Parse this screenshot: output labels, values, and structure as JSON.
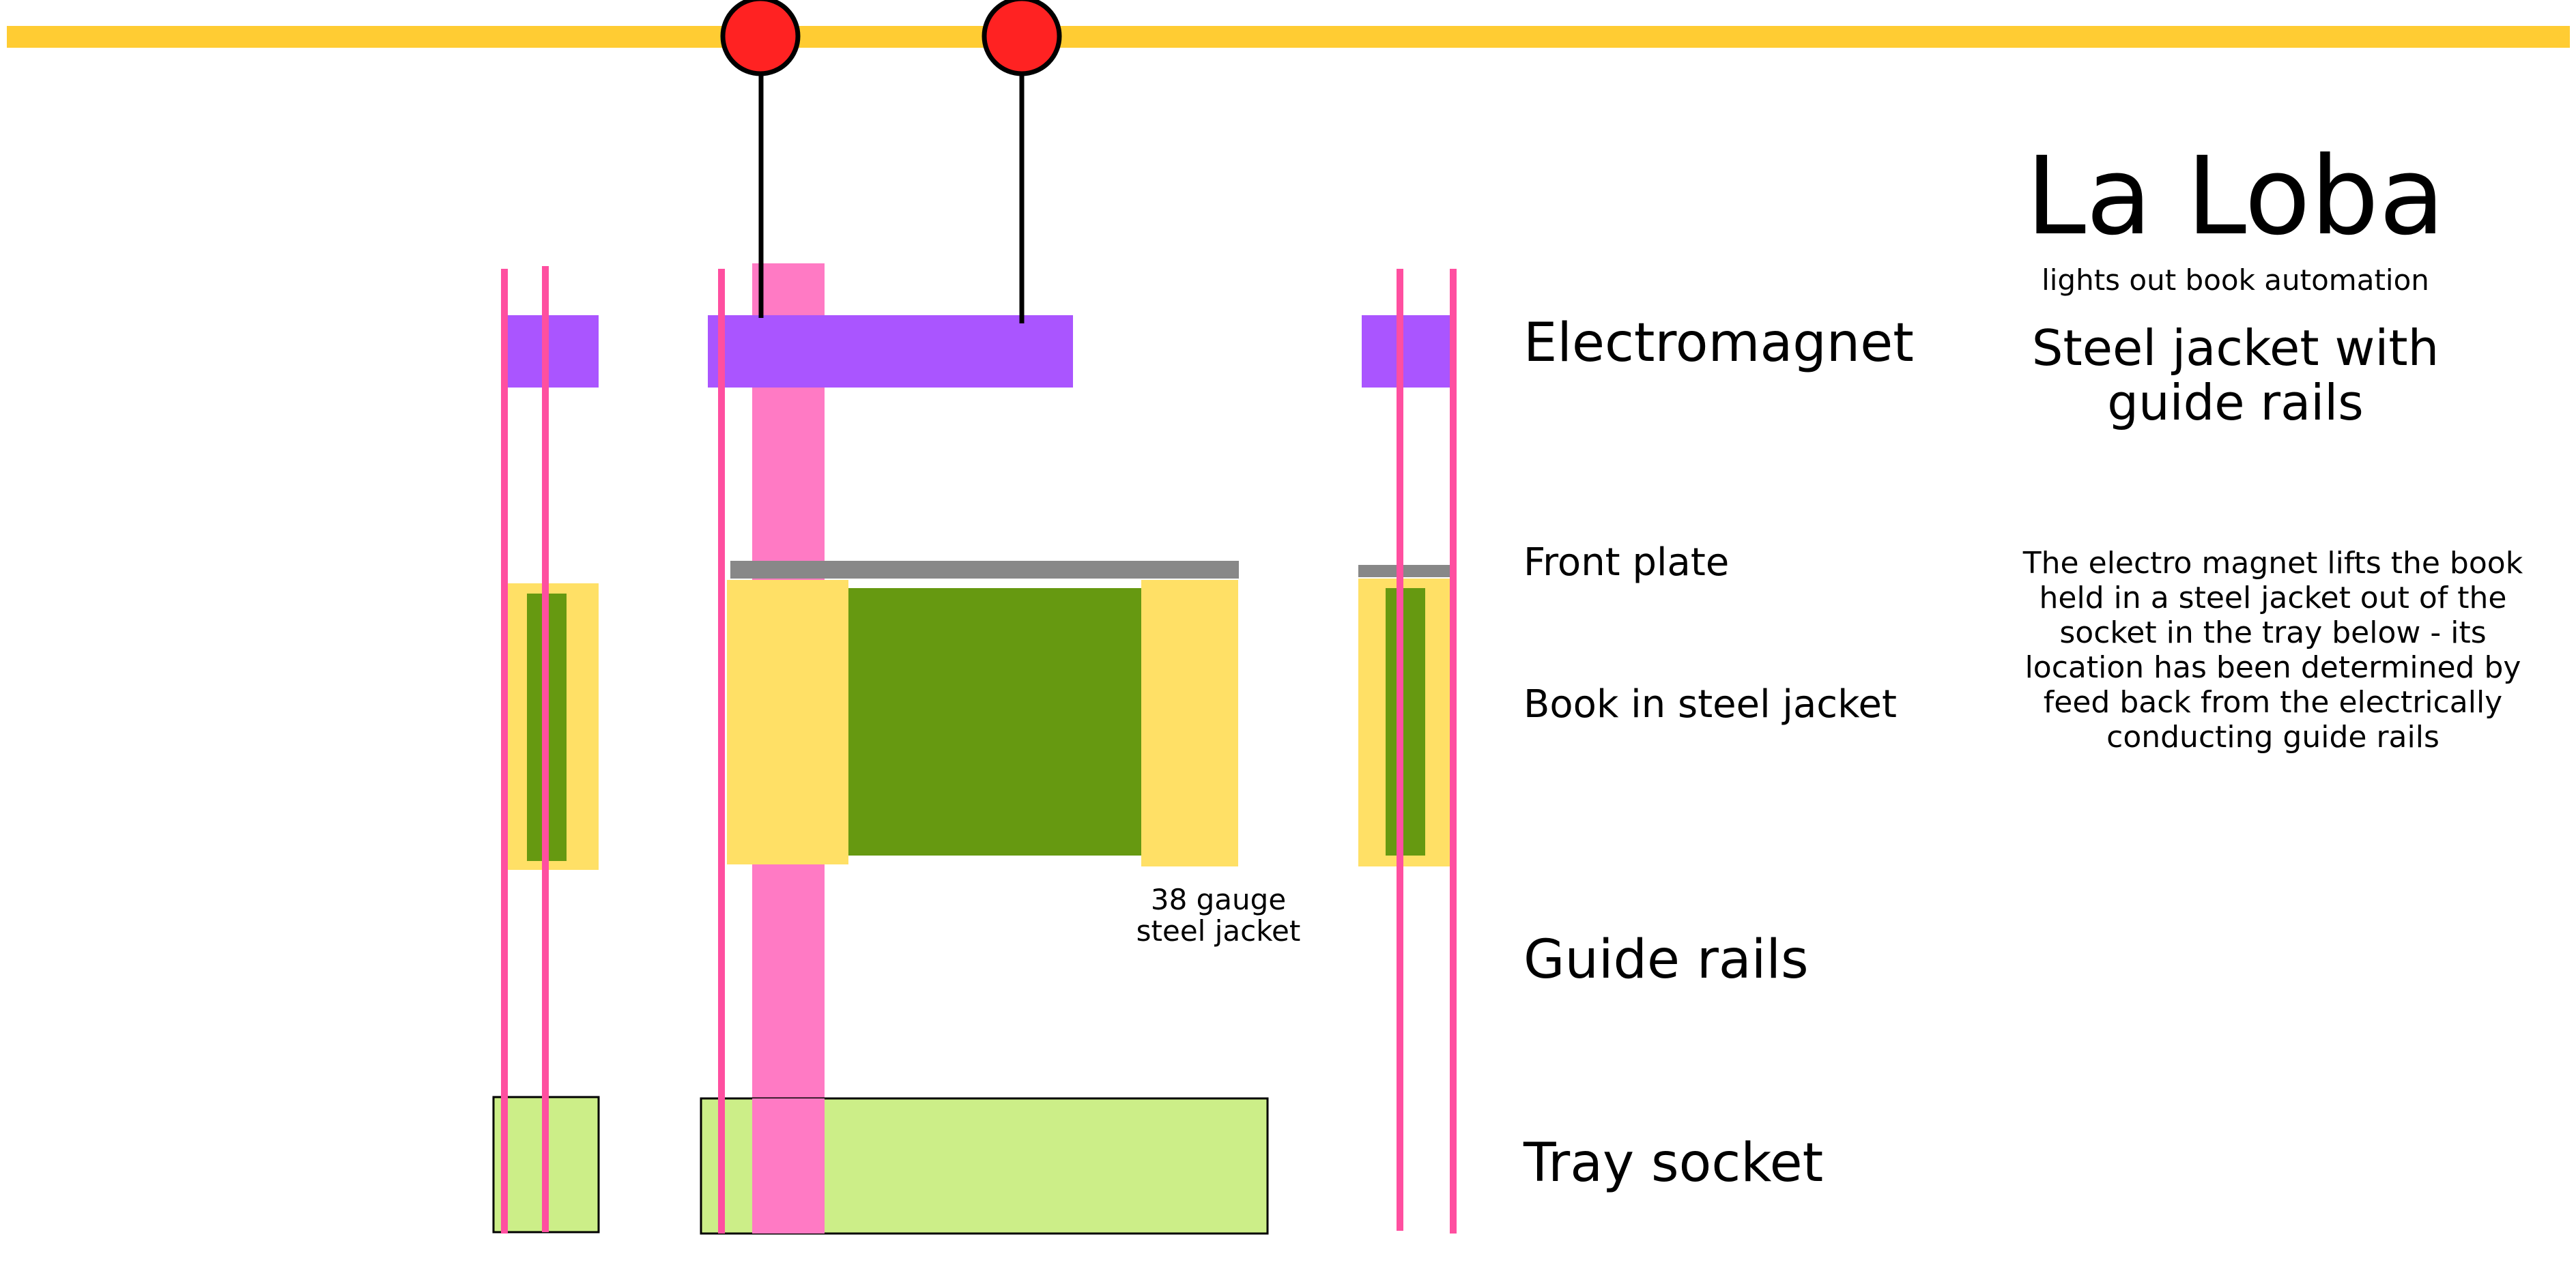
{
  "title": "La Loba",
  "subtitle": "lights out book automation",
  "heading": "Steel jacket with guide rails",
  "description": "The electro magnet lifts the book held in a steel jacket out of the socket in the tray below - its location has been determined by feed back from the electrically conducting guide rails",
  "labels": {
    "electromagnet": "Electromagnet",
    "front_plate": "Front plate",
    "book": "Book in steel jacket",
    "guide_rails": "Guide rails",
    "tray_socket": "Tray socket"
  },
  "jacket_note": "38 gauge steel jacket",
  "colors": {
    "track": "#ffcc33",
    "pulley": "#ff2222",
    "electromagnet": "#aa55ff",
    "rail": "#ff4fa0",
    "vertical_bar": "#ff7ac4",
    "front_plate": "#888888",
    "jacket": "#ffe066",
    "book": "#669911",
    "tray": "#ccee88"
  }
}
